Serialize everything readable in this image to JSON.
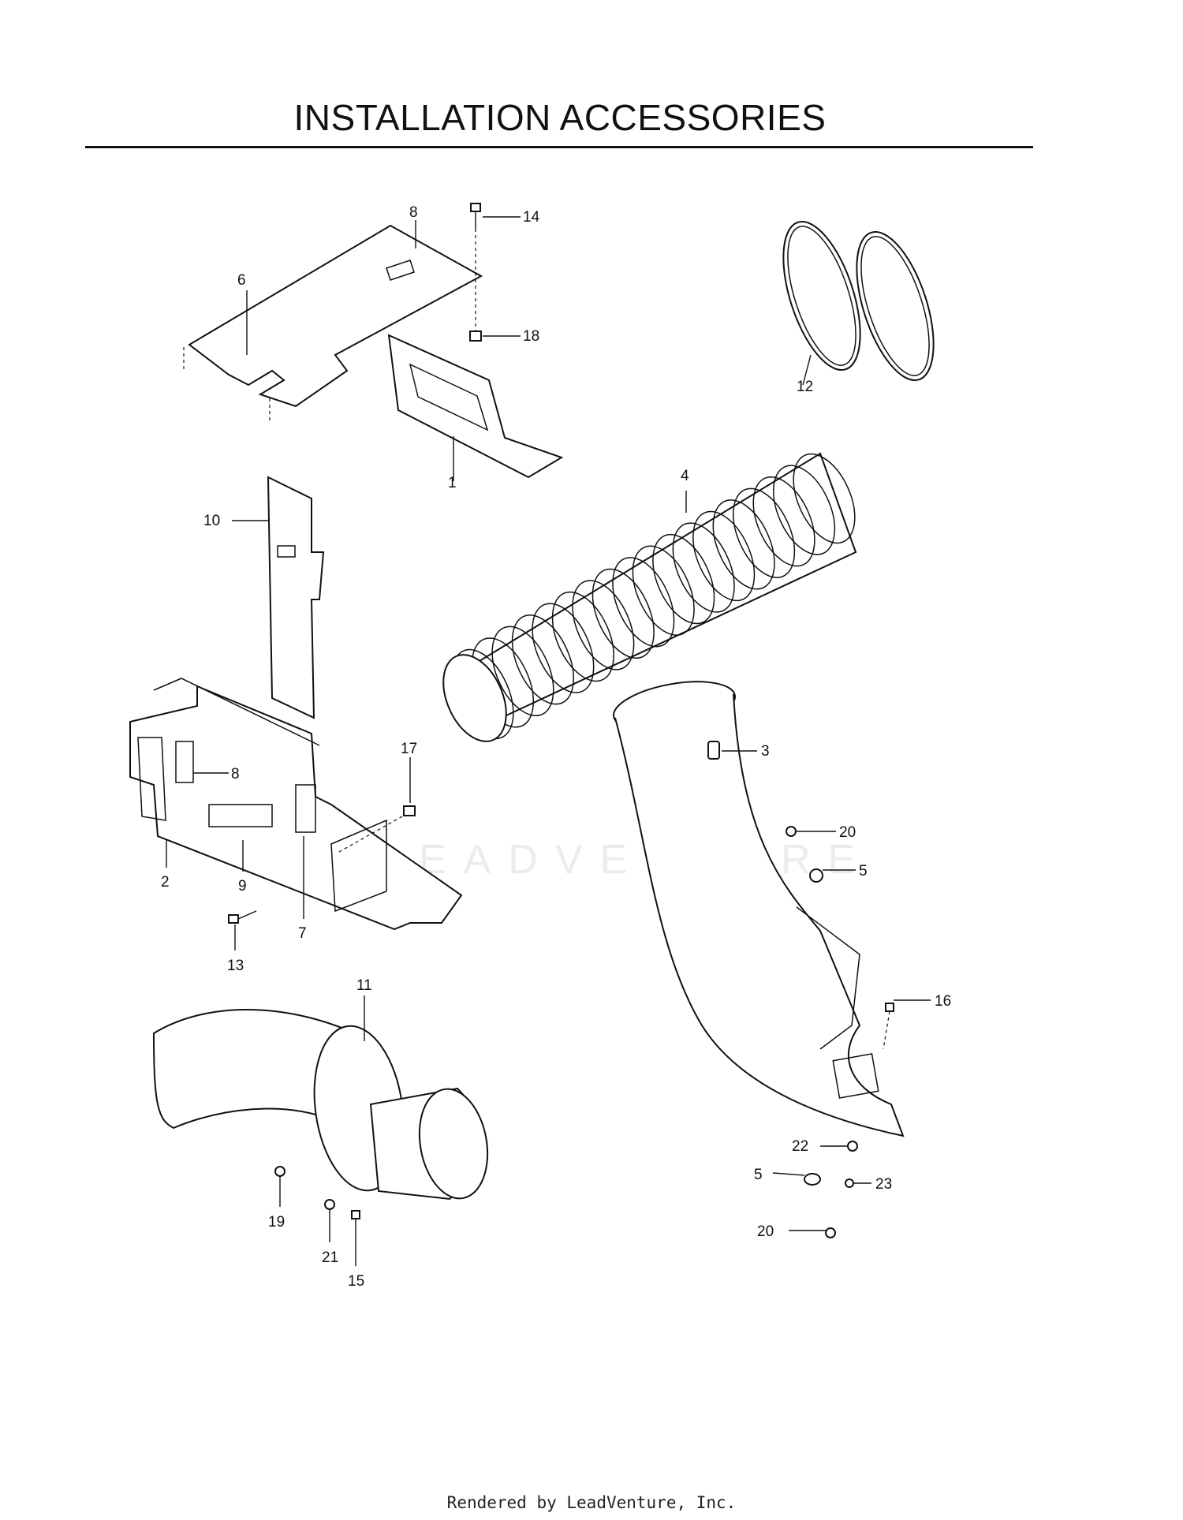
{
  "title": "INSTALLATION ACCESSORIES",
  "footer": "Rendered by LeadVenture, Inc.",
  "watermark": "LEADVENTURE",
  "callouts": {
    "c1": "1",
    "c2": "2",
    "c3": "3",
    "c4": "4",
    "c5a": "5",
    "c5b": "5",
    "c6": "6",
    "c7": "7",
    "c8a": "8",
    "c8b": "8",
    "c9": "9",
    "c10": "10",
    "c11": "11",
    "c12": "12",
    "c13": "13",
    "c14": "14",
    "c15": "15",
    "c16": "16",
    "c17": "17",
    "c18": "18",
    "c19": "19",
    "c20a": "20",
    "c20b": "20",
    "c21": "21",
    "c22": "22",
    "c23": "23"
  },
  "colors": {
    "line": "#111111",
    "background": "#ffffff",
    "watermark": "#ececec"
  }
}
